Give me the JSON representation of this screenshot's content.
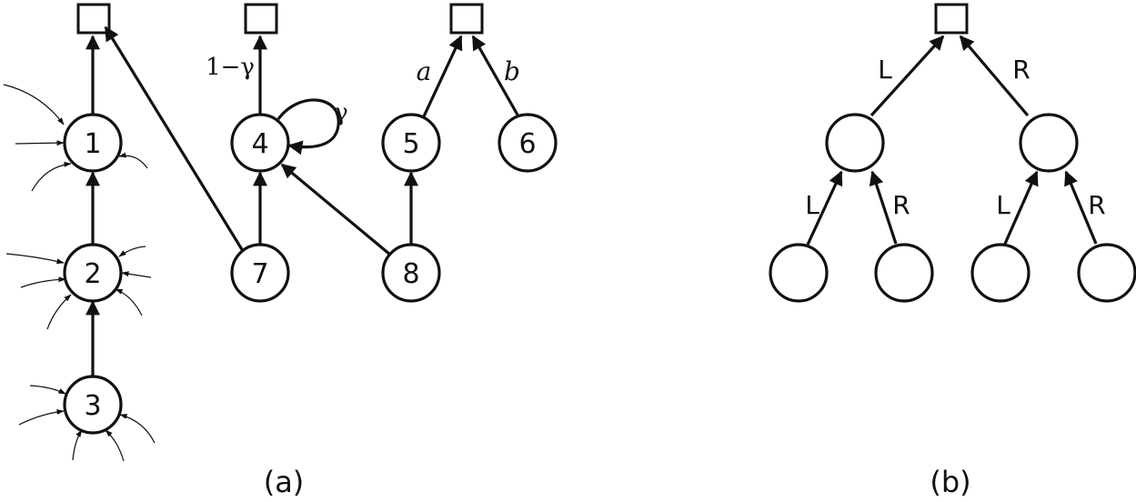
{
  "panel_a": {
    "caption": "(a)",
    "nodes": [
      "1",
      "2",
      "3",
      "4",
      "5",
      "6",
      "7",
      "8"
    ],
    "edge_labels": {
      "four_up": "1−γ",
      "four_self": "γ",
      "five_up": "a",
      "six_up": "b"
    }
  },
  "panel_b": {
    "caption": "(b)",
    "edge_labels": {
      "root_left": "L",
      "root_right": "R",
      "left_left": "L",
      "left_right": "R",
      "right_left": "L",
      "right_right": "R"
    }
  }
}
